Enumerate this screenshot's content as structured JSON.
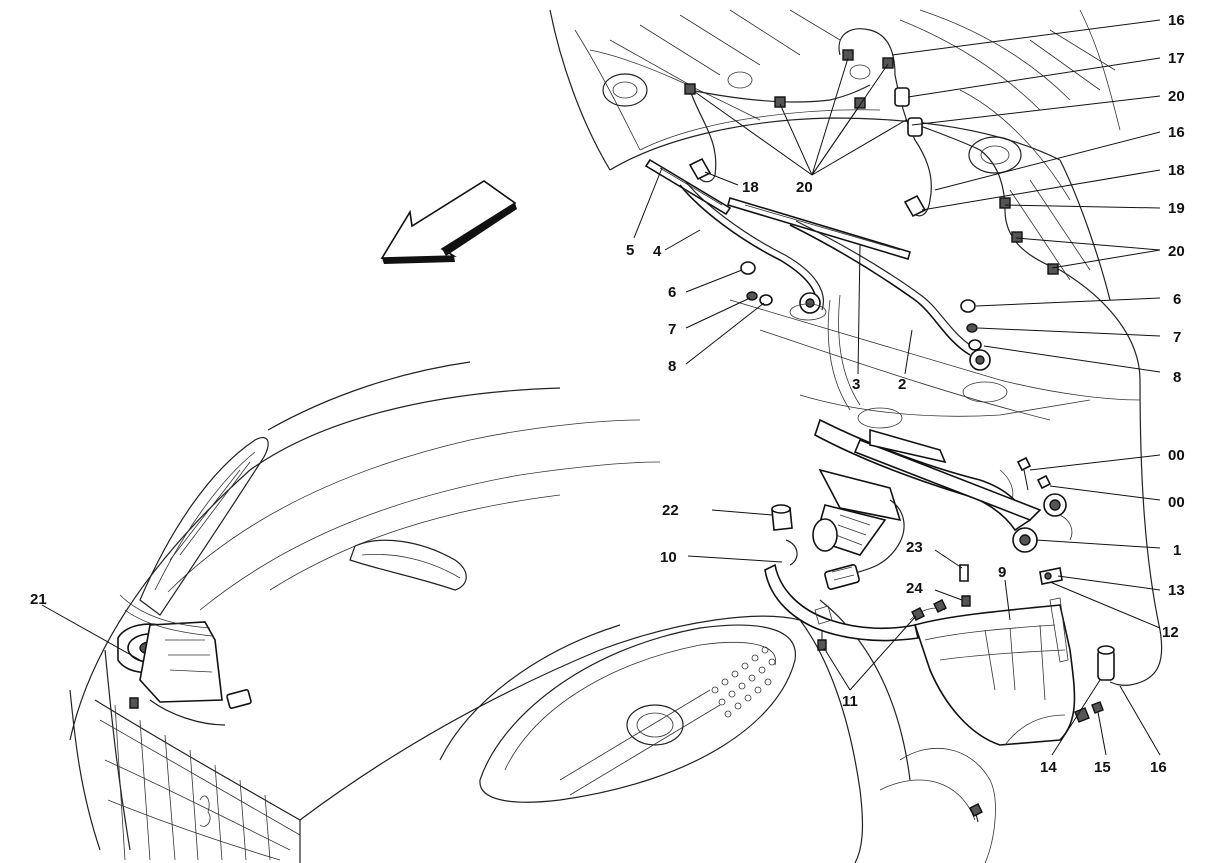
{
  "colors": {
    "ink": "#111111",
    "paper": "#ffffff"
  },
  "callouts": [
    {
      "id": "c16a",
      "text": "16"
    },
    {
      "id": "c17",
      "text": "17"
    },
    {
      "id": "c20a",
      "text": "20"
    },
    {
      "id": "c16b",
      "text": "16"
    },
    {
      "id": "c18a",
      "text": "18"
    },
    {
      "id": "c19",
      "text": "19"
    },
    {
      "id": "c20b",
      "text": "20"
    },
    {
      "id": "c20c",
      "text": "20"
    },
    {
      "id": "c18b",
      "text": "18"
    },
    {
      "id": "c5",
      "text": "5"
    },
    {
      "id": "c4",
      "text": "4"
    },
    {
      "id": "c6a",
      "text": "6"
    },
    {
      "id": "c7a",
      "text": "7"
    },
    {
      "id": "c8a",
      "text": "8"
    },
    {
      "id": "c3",
      "text": "3"
    },
    {
      "id": "c2",
      "text": "2"
    },
    {
      "id": "c6b",
      "text": "6"
    },
    {
      "id": "c7b",
      "text": "7"
    },
    {
      "id": "c8b",
      "text": "8"
    },
    {
      "id": "c00a",
      "text": "00"
    },
    {
      "id": "c00b",
      "text": "00"
    },
    {
      "id": "c1",
      "text": "1"
    },
    {
      "id": "c22",
      "text": "22"
    },
    {
      "id": "c10",
      "text": "10"
    },
    {
      "id": "c23",
      "text": "23"
    },
    {
      "id": "c9",
      "text": "9"
    },
    {
      "id": "c24",
      "text": "24"
    },
    {
      "id": "c13",
      "text": "13"
    },
    {
      "id": "c12",
      "text": "12"
    },
    {
      "id": "c11",
      "text": "11"
    },
    {
      "id": "c21",
      "text": "21"
    },
    {
      "id": "c14",
      "text": "14"
    },
    {
      "id": "c15",
      "text": "15"
    },
    {
      "id": "c16c",
      "text": "16"
    }
  ]
}
